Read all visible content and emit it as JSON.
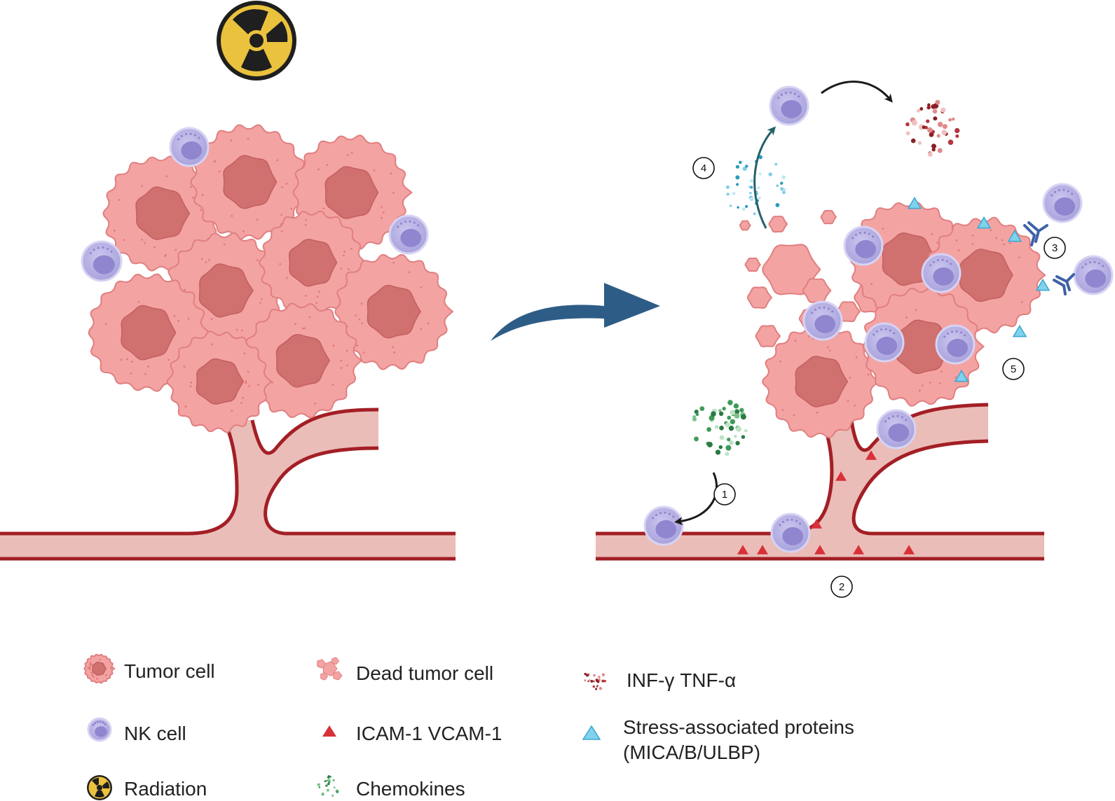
{
  "legend": {
    "tumor_cell": "Tumor cell",
    "dead_tumor_cell": "Dead tumor cell",
    "cytokines": "INF-γ TNF-α",
    "nk_cell": "NK cell",
    "adhesion": "ICAM-1 VCAM-1",
    "stress_line1": "Stress-associated proteins",
    "stress_line2": "(MICA/B/ULBP)",
    "radiation": "Radiation",
    "chemokines": "Chemokines"
  },
  "steps": [
    "1",
    "2",
    "3",
    "4",
    "5"
  ],
  "colors": {
    "tumor_fill": "#f4a3a3",
    "tumor_outline": "#e07f80",
    "nucleus": "#d0706f",
    "nk_fill": "#b8b3e4",
    "nk_nucleus": "#8f86cf",
    "vessel_wall": "#a31f25",
    "vessel_lumen": "#ebbdb8",
    "adhesion_marker": "#d9303a",
    "stress_marker": "#7fd1ee",
    "chemokine": "#3f9a58",
    "cytokine": "#b4353d",
    "radiation_yellow": "#eac23d",
    "arrow_big": "#2d5d86",
    "arrow_teal": "#23616c"
  },
  "icons": [
    "radiation-icon",
    "tumor-cell-icon",
    "nk-cell-icon",
    "dead-tumor-cell-icon",
    "adhesion-marker-icon",
    "stress-protein-icon",
    "chemokine-icon",
    "cytokine-icon",
    "antibody-icon"
  ]
}
